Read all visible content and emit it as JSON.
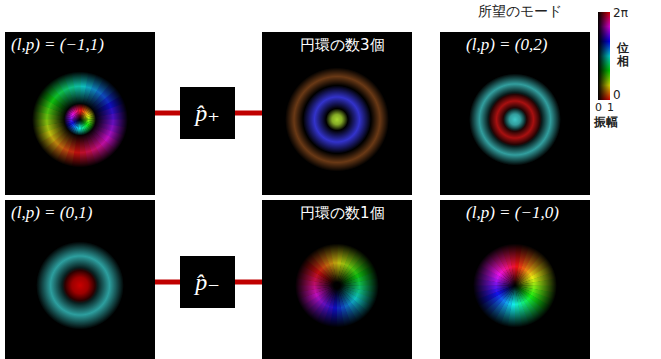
{
  "diagram": {
    "nodes": [
      {
        "text": [
          "(l,p) = (−1,1)"
        ]
      },
      {
        "text": [
          "p̂₊"
        ]
      },
      {
        "text": [
          "円環の数3個"
        ]
      },
      {
        "text": [
          "(l,p) = (0,2)"
        ]
      },
      {
        "text": [
          "(l,p) = (0,1)"
        ]
      },
      {
        "text": [
          "p̂₋"
        ]
      },
      {
        "text": [
          "円環の数1個"
        ]
      },
      {
        "text": [
          "(l,p) = (−1,0)"
        ]
      }
    ],
    "edges": [
      {
        "from": 0,
        "to": 1,
        "arrow": "none"
      },
      {
        "from": 1,
        "to": 2,
        "arrow": "none"
      },
      {
        "from": 4,
        "to": 5,
        "arrow": "none"
      },
      {
        "from": 5,
        "to": 6,
        "arrow": "none"
      }
    ],
    "labels": [
      "所望のモード",
      "2π",
      "位相",
      "0",
      "0",
      "1",
      "振幅"
    ]
  }
}
